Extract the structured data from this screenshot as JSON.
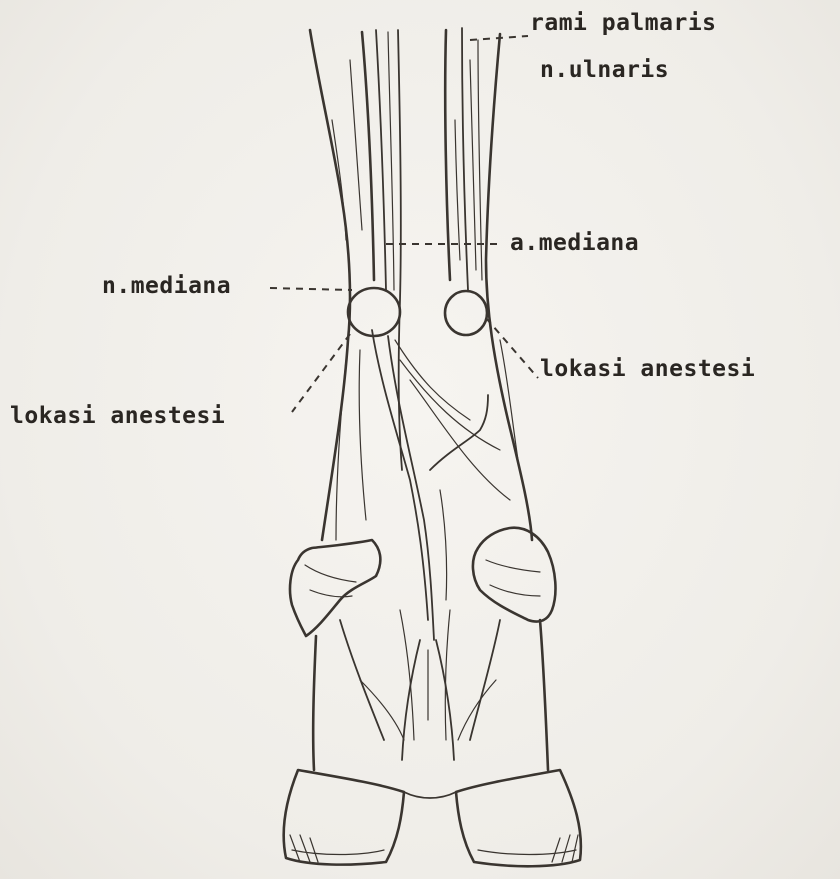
{
  "labels": {
    "rami_palmaris": "rami palmaris",
    "n_ulnaris": "n.ulnaris",
    "a_mediana": "a.mediana",
    "n_mediana": "n.mediana",
    "lokasi_anestesi_right": "lokasi anestesi",
    "lokasi_anestesi_left": "lokasi anestesi"
  },
  "colors": {
    "paper": "#f2f0ec",
    "ink": "#3a3530"
  }
}
